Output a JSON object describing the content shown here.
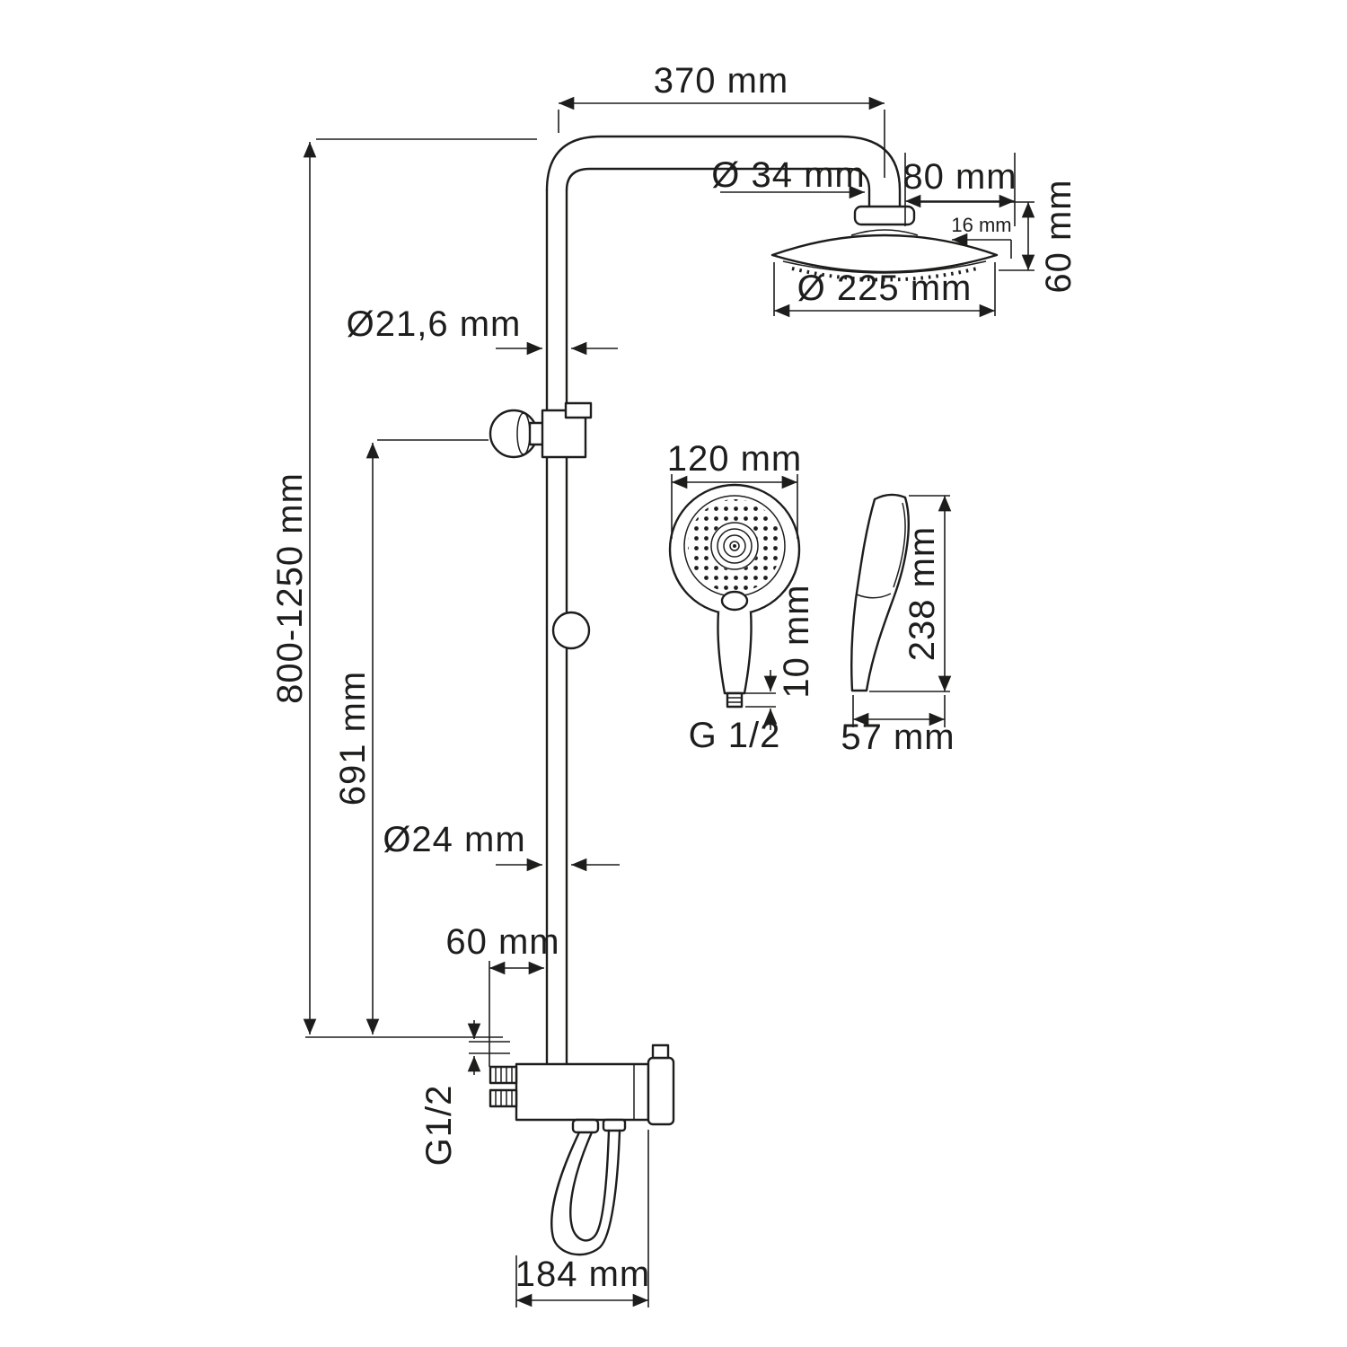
{
  "page": {
    "background": "#ffffff",
    "ink": "#1d1d1b"
  },
  "diagram": {
    "type": "technical-drawing",
    "dimensions": {
      "top_arm_reach": "370 mm",
      "connector_diameter": "Ø 34 mm",
      "head_offset": "80 mm",
      "head_rim": "16 mm",
      "head_height": "60 mm",
      "head_diameter": "Ø 225 mm",
      "upper_pipe_diameter": "Ø21,6 mm",
      "column_height": "800-1250 mm",
      "slider_height": "691 mm",
      "hand_shower_width": "120 mm",
      "hand_shower_connector": "10 mm",
      "hand_shower_thread": "G 1/2",
      "hand_shower_length": "238 mm",
      "hand_shower_depth": "57 mm",
      "lower_pipe_diameter": "Ø24 mm",
      "wall_offset": "60 mm",
      "mixer_thread": "G1/2",
      "mixer_width": "184 mm"
    }
  }
}
